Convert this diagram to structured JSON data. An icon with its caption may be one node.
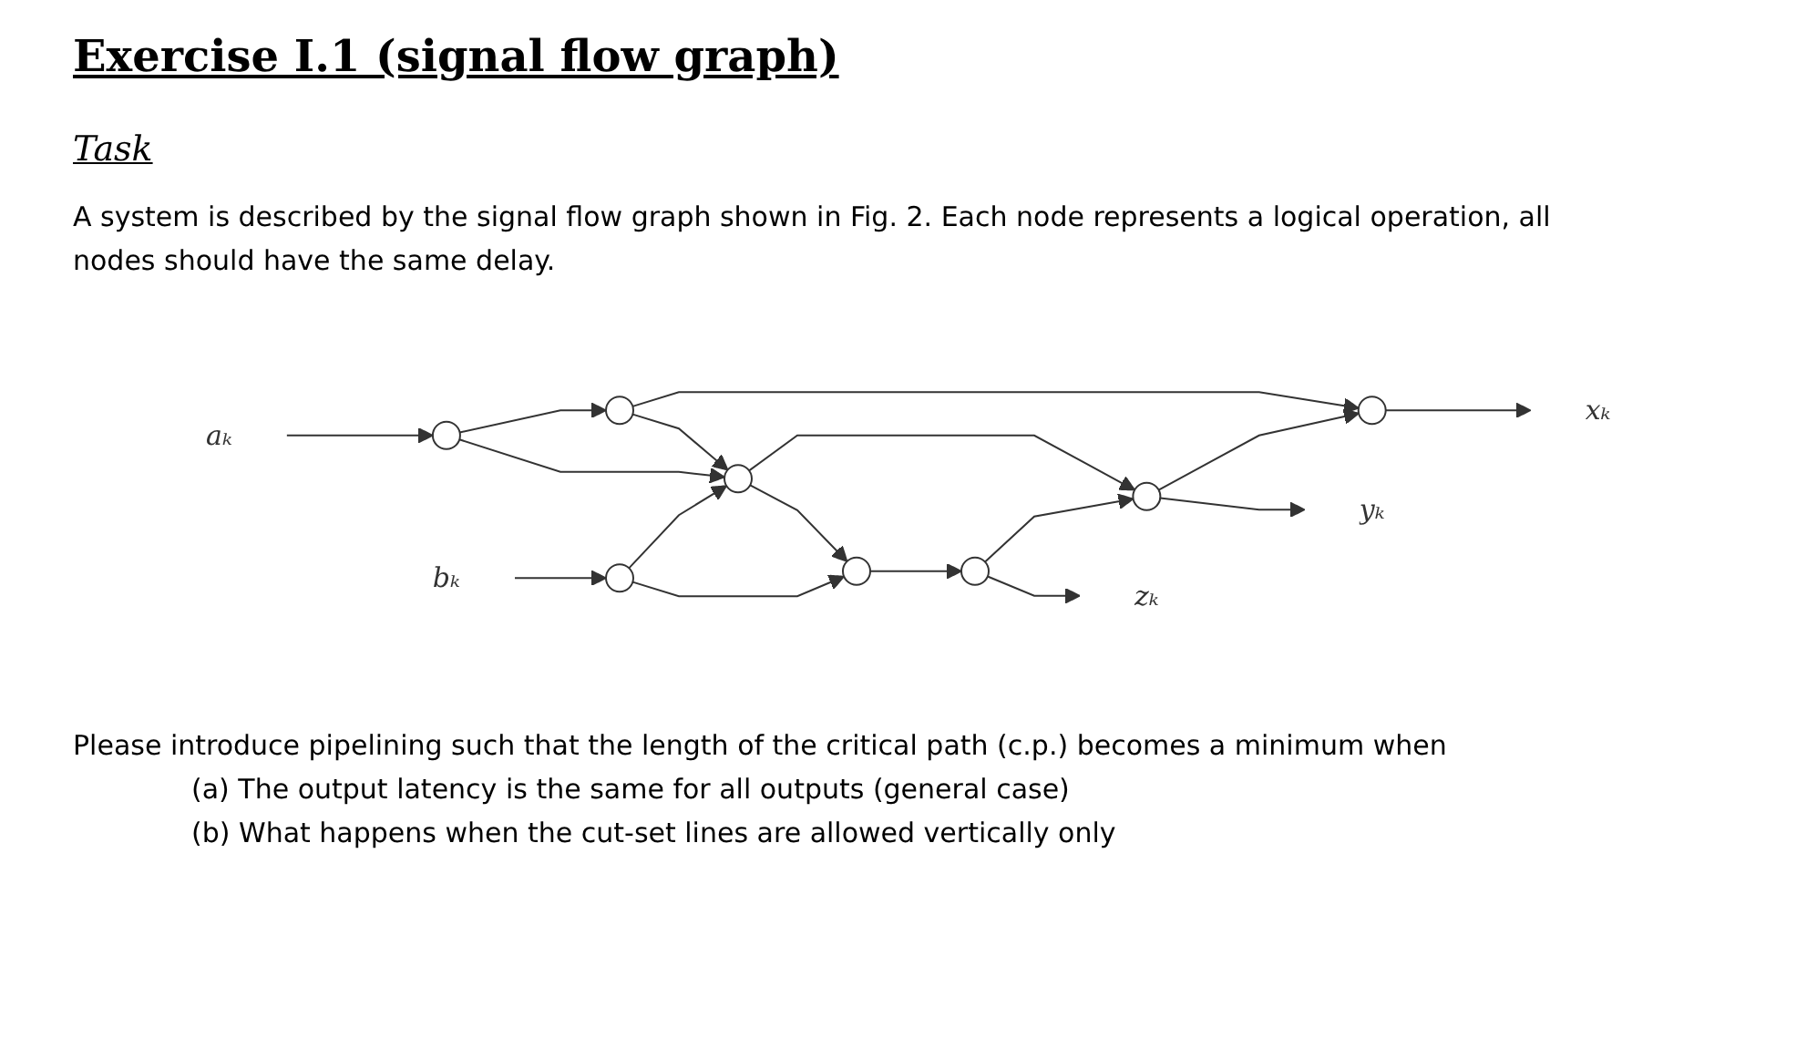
{
  "diagram": {
    "title": "Exercise I.1 (signal flow graph)",
    "nodes": [
      {
        "text": [
          "aₖ"
        ]
      },
      {
        "text": [],
        "shape": "circle"
      },
      {
        "text": [],
        "shape": "circle"
      },
      {
        "text": [],
        "shape": "circle"
      },
      {
        "text": [
          "xₖ"
        ]
      },
      {
        "text": [],
        "shape": "circle"
      },
      {
        "text": [],
        "shape": "circle"
      },
      {
        "text": [
          "yₖ"
        ]
      },
      {
        "text": [
          "bₖ"
        ]
      },
      {
        "text": [],
        "shape": "circle"
      },
      {
        "text": [],
        "shape": "circle"
      },
      {
        "text": [],
        "shape": "circle"
      },
      {
        "text": [
          "zₖ"
        ]
      }
    ],
    "edges": [
      {
        "from": 0,
        "to": 1,
        "arrow": "to"
      },
      {
        "from": 1,
        "to": 2,
        "arrow": "to"
      },
      {
        "from": 1,
        "to": 5,
        "arrow": "to"
      },
      {
        "from": 2,
        "to": 3,
        "arrow": "to"
      },
      {
        "from": 2,
        "to": 5,
        "arrow": "to"
      },
      {
        "from": 3,
        "to": 4,
        "arrow": "to"
      },
      {
        "from": 5,
        "to": 6,
        "arrow": "to"
      },
      {
        "from": 5,
        "to": 10,
        "arrow": "to"
      },
      {
        "from": 6,
        "to": 3,
        "arrow": "to"
      },
      {
        "from": 6,
        "to": 7,
        "arrow": "to"
      },
      {
        "from": 8,
        "to": 9,
        "arrow": "to"
      },
      {
        "from": 9,
        "to": 5,
        "arrow": "to"
      },
      {
        "from": 9,
        "to": 10,
        "arrow": "to"
      },
      {
        "from": 10,
        "to": 11,
        "arrow": "to"
      },
      {
        "from": 11,
        "to": 6,
        "arrow": "to"
      },
      {
        "from": 11,
        "to": 12,
        "arrow": "to"
      }
    ],
    "labels": [
      "Task",
      "A system is described by the signal flow graph shown in Fig. 2. Each node represents a logical operation, all nodes should have the same delay.",
      "Please introduce pipelining such that the length of the critical path (c.p.) becomes a minimum when",
      "(a) The output latency is the same for all outputs (general case)",
      "(b) What happens when the cut-set lines are allowed vertically only"
    ]
  }
}
